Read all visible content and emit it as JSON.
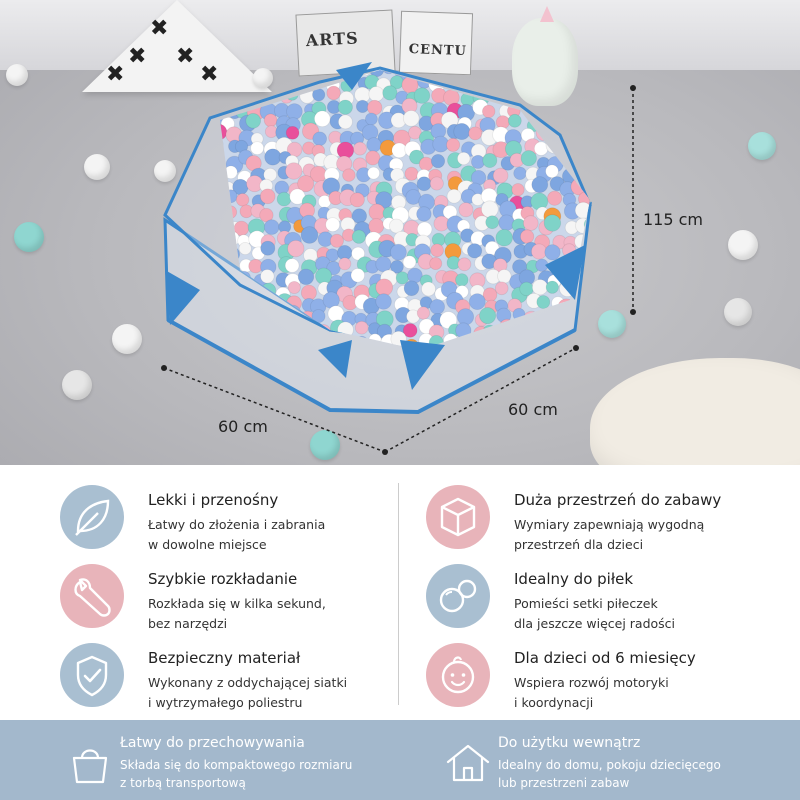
{
  "photo": {
    "book_text_1": "ARTS",
    "book_text_2": "CENTU",
    "dimensions": {
      "height": "115 cm",
      "width_left": "60 cm",
      "width_right": "60 cm"
    }
  },
  "colors": {
    "icon_blue": "#a9bfd1",
    "icon_pink": "#e8b4ba",
    "band": "#a3b8cc",
    "pit_frame": "#3b86c9"
  },
  "features": [
    {
      "icon": "leaf-icon",
      "title": "Lekki i przenośny",
      "desc_line1": "Łatwy do złożenia i zabrania",
      "desc_line2": "w dowolne miejsce"
    },
    {
      "icon": "box-icon",
      "title": "Duża przestrzeń do zabawy",
      "desc_line1": "Wymiary zapewniają wygodną",
      "desc_line2": "przestrzeń dla dzieci"
    },
    {
      "icon": "wrench-icon",
      "title": "Szybkie rozkładanie",
      "desc_line1": "Rozkłada się w kilka sekund,",
      "desc_line2": "bez narzędzi"
    },
    {
      "icon": "balls-icon",
      "title": "Idealny do piłek",
      "desc_line1": "Pomieści setki piłeczek",
      "desc_line2": "dla jeszcze więcej radości"
    },
    {
      "icon": "shield-check-icon",
      "title": "Bezpieczny materiał",
      "desc_line1": "Wykonany z oddychającej siatki",
      "desc_line2": "i wytrzymałego poliestru"
    },
    {
      "icon": "baby-face-icon",
      "title": "Dla dzieci od 6 miesięcy",
      "desc_line1": "Wspiera rozwój motoryki",
      "desc_line2": "i koordynacji"
    }
  ],
  "band": [
    {
      "icon": "bag-icon",
      "title": "Łatwy do przechowywania",
      "desc_line1": "Składa się do kompaktowego rozmiaru",
      "desc_line2": "z torbą transportową"
    },
    {
      "icon": "house-icon",
      "title": "Do użytku wewnątrz",
      "desc_line1": "Idealny do domu, pokoju dziecięcego",
      "desc_line2": "lub przestrzeni zabaw"
    }
  ]
}
